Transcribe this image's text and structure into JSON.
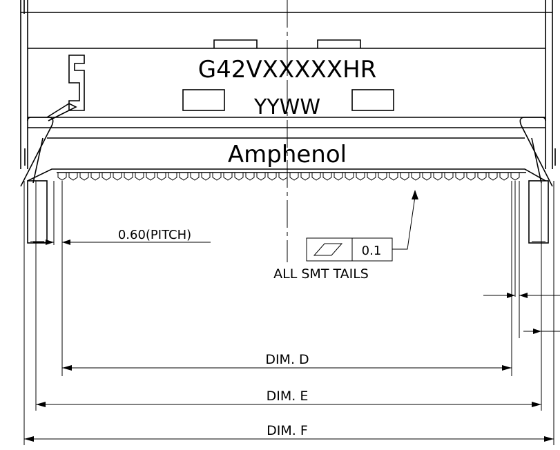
{
  "part_marking": {
    "part_number": "G42VXXXXXHR",
    "date_code": "YYWW"
  },
  "brand": "Amphenol",
  "pitch_label": "0.60(PITCH)",
  "flatness": {
    "symbol_name": "flatness-symbol",
    "tolerance": "0.1",
    "note": "ALL SMT TAILS"
  },
  "dimensions": {
    "d": "DIM. D",
    "e": "DIM. E",
    "f": "DIM. F"
  },
  "colors": {
    "line": "#000000",
    "background": "#ffffff"
  }
}
